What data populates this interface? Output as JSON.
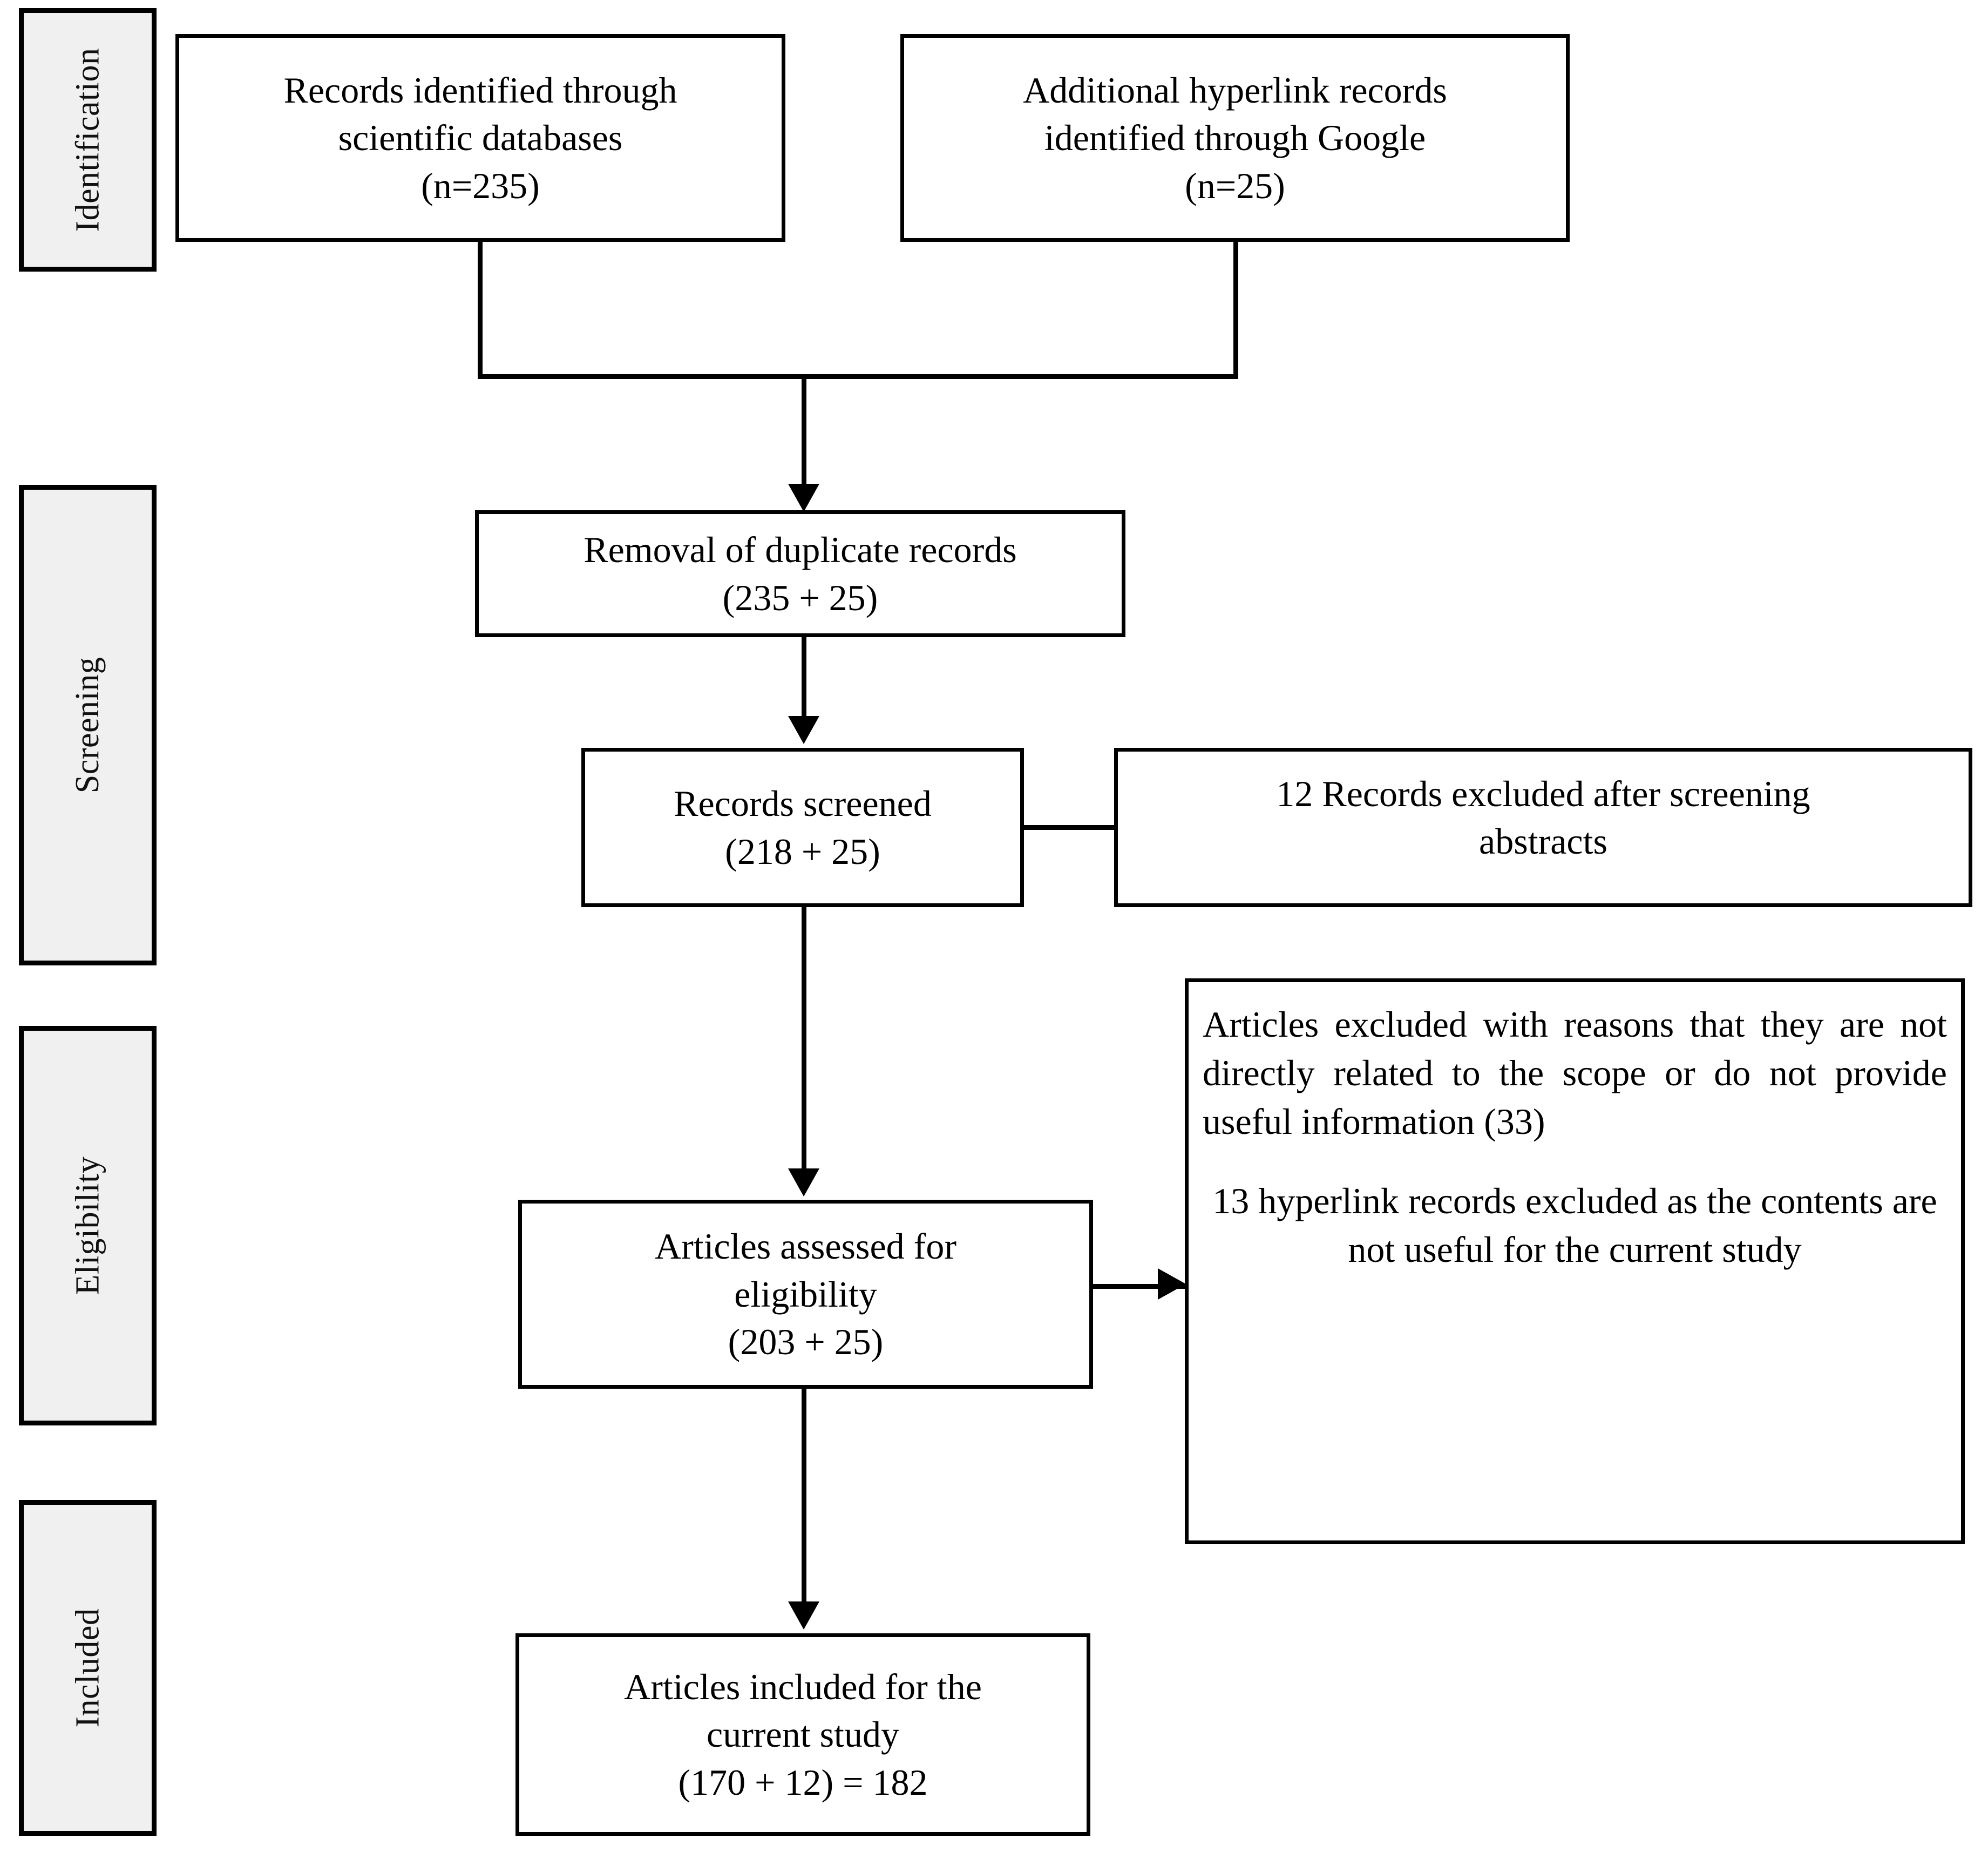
{
  "figure": {
    "type": "prisma-flow-diagram",
    "colors": {
      "stage_chip_fill": "#f0f0f0",
      "stroke": "#000000",
      "box_fill": "#ffffff",
      "page_background": "#ffffff"
    }
  },
  "stages": [
    {
      "id": "identification",
      "label": "Identification"
    },
    {
      "id": "screening",
      "label": "Screening"
    },
    {
      "id": "eligibility",
      "label": "Eligibility"
    },
    {
      "id": "included",
      "label": "Included"
    }
  ],
  "boxes": {
    "records_databases": {
      "line1": "Records identified through",
      "line2": "scientific databases",
      "line3": "(n=235)"
    },
    "records_google": {
      "line1": "Additional hyperlink records",
      "line2": "identified through Google",
      "line3": "(n=25)"
    },
    "duplicates_removed": {
      "line1": "Removal of duplicate records",
      "line2": "(235 + 25)"
    },
    "records_screened": {
      "line1": "Records screened",
      "line2": "(218 + 25)"
    },
    "screening_excluded": {
      "line1": "12 Records excluded after screening",
      "line2": "abstracts"
    },
    "articles_assessed": {
      "line1": "Articles assessed for",
      "line2": "eligibility",
      "line3": "(203 + 25)"
    },
    "eligibility_excluded": {
      "para1": "Articles excluded with reasons that they are not directly related to the scope or do not provide useful information (33)",
      "para2": "13 hyperlink records excluded as the contents are not useful for the current study"
    },
    "articles_included": {
      "line1": "Articles included for the",
      "line2": "current study",
      "line3": "(170 + 12) = 182"
    }
  },
  "chart_data": {
    "type": "diagram",
    "title": "PRISMA study selection flow",
    "nodes": [
      {
        "id": "records_databases",
        "stage": "Identification",
        "label": "Records identified through scientific databases",
        "n": 235
      },
      {
        "id": "records_google",
        "stage": "Identification",
        "label": "Additional hyperlink records identified through Google",
        "n": 25
      },
      {
        "id": "duplicates_removed",
        "stage": "Screening",
        "label": "Removal of duplicate records",
        "n": "235 + 25"
      },
      {
        "id": "records_screened",
        "stage": "Screening",
        "label": "Records screened",
        "n": "218 + 25"
      },
      {
        "id": "screening_excluded",
        "stage": "Screening",
        "label": "Records excluded after screening abstracts",
        "n": 12
      },
      {
        "id": "articles_assessed",
        "stage": "Eligibility",
        "label": "Articles assessed for eligibility",
        "n": "203 + 25"
      },
      {
        "id": "eligibility_excluded",
        "stage": "Eligibility",
        "label": "Articles excluded with reasons / hyperlink records excluded",
        "n": "33 + 13"
      },
      {
        "id": "articles_included",
        "stage": "Included",
        "label": "Articles included for the current study",
        "n": "(170 + 12) = 182"
      }
    ],
    "edges": [
      {
        "from": "records_databases",
        "to": "duplicates_removed",
        "kind": "down"
      },
      {
        "from": "records_google",
        "to": "duplicates_removed",
        "kind": "down"
      },
      {
        "from": "duplicates_removed",
        "to": "records_screened",
        "kind": "down"
      },
      {
        "from": "records_screened",
        "to": "screening_excluded",
        "kind": "right"
      },
      {
        "from": "records_screened",
        "to": "articles_assessed",
        "kind": "down"
      },
      {
        "from": "articles_assessed",
        "to": "eligibility_excluded",
        "kind": "right"
      },
      {
        "from": "articles_assessed",
        "to": "articles_included",
        "kind": "down"
      }
    ]
  }
}
